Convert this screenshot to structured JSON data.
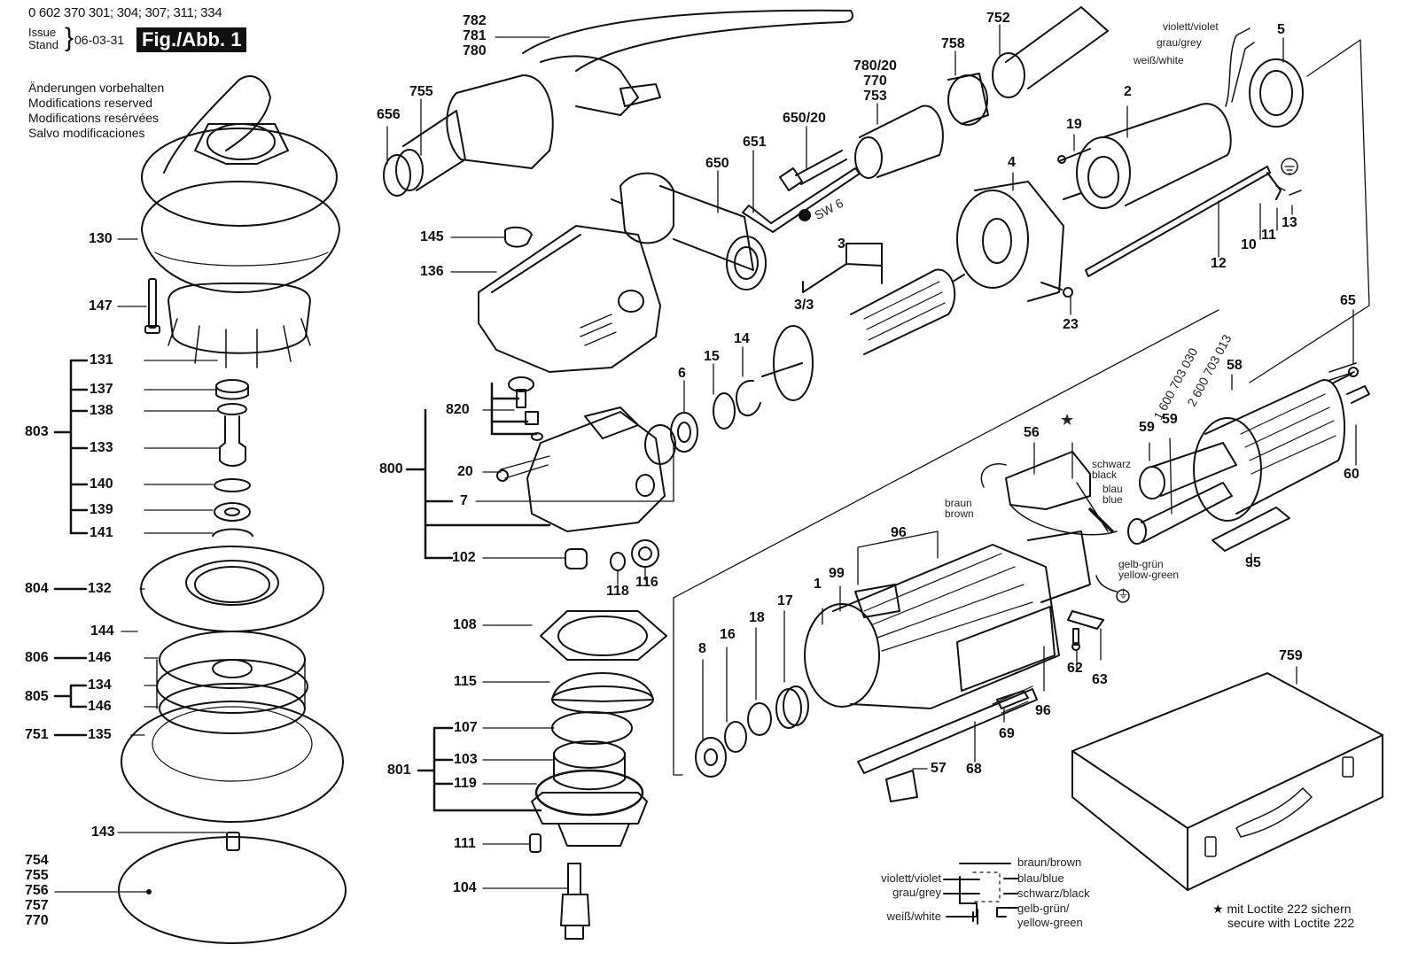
{
  "header": {
    "part_numbers": "0 602 370 301; 304; 307; 311; 334",
    "issue_label": "Issue",
    "stand_label": "Stand",
    "date": "06-03-31",
    "figure": "Fig./Abb. 1"
  },
  "notes": [
    "Änderungen vorbehalten",
    "Modifications reserved",
    "Modifications resérvées",
    "Salvo modificaciones"
  ],
  "labels": {
    "l130": "130",
    "l147": "147",
    "l131": "131",
    "l137": "137",
    "l138": "138",
    "l803": "803",
    "l133": "133",
    "l140": "140",
    "l139": "139",
    "l141": "141",
    "l804": "804",
    "l132": "132",
    "l144": "144",
    "l806": "806",
    "l146a": "146",
    "l805": "805",
    "l134": "134",
    "l146b": "146",
    "l751": "751",
    "l135": "135",
    "l143": "143",
    "l656": "656",
    "l755": "755",
    "l145": "145",
    "l136": "136",
    "l820": "820",
    "l800": "800",
    "l20": "20",
    "l7": "7",
    "l102": "102",
    "l118": "118",
    "l116": "116",
    "l108": "108",
    "l115": "115",
    "l107": "107",
    "l801": "801",
    "l103": "103",
    "l119": "119",
    "l111": "111",
    "l104": "104",
    "l650": "650",
    "l651": "651",
    "l650_20": "650/20",
    "l758": "758",
    "l752": "752",
    "l6": "6",
    "l15": "15",
    "l14": "14",
    "l3": "3",
    "l3_3": "3/3",
    "l4": "4",
    "l19": "19",
    "l2": "2",
    "l5": "5",
    "l10": "10",
    "l11": "11",
    "l12": "12",
    "l13": "13",
    "l23": "23",
    "l65": "65",
    "l58": "58",
    "l59a": "59",
    "l59b": "59",
    "l60": "60",
    "l56": "56",
    "l95": "95",
    "l96a": "96",
    "l96b": "96",
    "l99": "99",
    "l1": "1",
    "l17": "17",
    "l18": "18",
    "l16": "16",
    "l8": "8",
    "l68": "68",
    "l69": "69",
    "l57": "57",
    "l62": "62",
    "l63": "63",
    "l759": "759"
  },
  "stacks": {
    "top_hose": [
      "782",
      "781",
      "780"
    ],
    "adapter": [
      "780/20",
      "770",
      "753"
    ],
    "pad": [
      "754",
      "755",
      "756",
      "757",
      "770"
    ]
  },
  "tool_note": "SW 6",
  "brush_part_numbers": [
    "1 600 703 030",
    "2 600 703 013"
  ],
  "wire_labels": {
    "violet": "violett/violet",
    "grey": "grau/grey",
    "white": "weiß/white",
    "black": "schwarz",
    "black_en": "black",
    "blue": "blau",
    "blue_en": "blue",
    "brown": "braun",
    "brown_en": "brown",
    "yg": "gelb-grün",
    "yg_en": "yellow-green"
  },
  "wiring_legend": {
    "left": [
      "violett/violet",
      "grau/grey",
      "weiß/white"
    ],
    "right": [
      "braun/brown",
      "blau/blue",
      "schwarz/black",
      "gelb-grün/",
      "yellow-green"
    ]
  },
  "loctite_note": {
    "symbol": "★",
    "de": "mit Loctite 222 sichern",
    "en": "secure with Loctite 222"
  }
}
